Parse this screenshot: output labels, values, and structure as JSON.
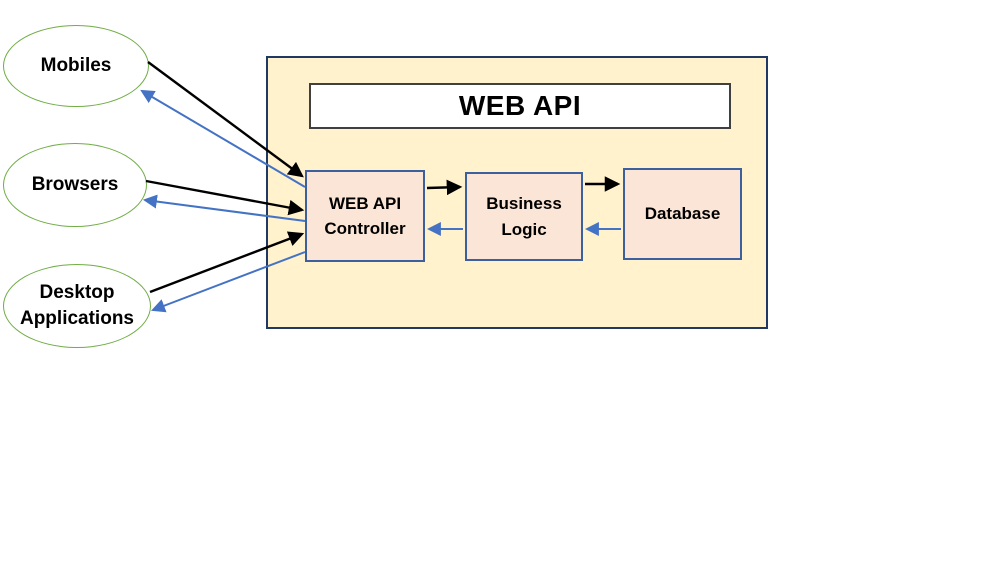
{
  "diagram": {
    "title": "WEB API",
    "clients": [
      {
        "id": "mobiles",
        "label": "Mobiles",
        "lines": [
          "Mobiles"
        ]
      },
      {
        "id": "browsers",
        "label": "Browsers",
        "lines": [
          "Browsers"
        ]
      },
      {
        "id": "desktop-applications",
        "label": "Desktop Applications",
        "lines": [
          "Desktop",
          "Applications"
        ]
      }
    ],
    "components": [
      {
        "id": "web-api-controller",
        "label": "WEB API Controller",
        "lines": [
          "WEB API",
          "Controller"
        ]
      },
      {
        "id": "business-logic",
        "label": "Business Logic",
        "lines": [
          "Business",
          "Logic"
        ]
      },
      {
        "id": "database",
        "label": "Database",
        "lines": [
          "Database"
        ]
      }
    ],
    "edges": [
      {
        "from": "mobiles",
        "to": "web-api-controller",
        "style": "request-black"
      },
      {
        "from": "web-api-controller",
        "to": "mobiles",
        "style": "response-blue"
      },
      {
        "from": "browsers",
        "to": "web-api-controller",
        "style": "request-black"
      },
      {
        "from": "web-api-controller",
        "to": "browsers",
        "style": "response-blue"
      },
      {
        "from": "desktop-applications",
        "to": "web-api-controller",
        "style": "request-black"
      },
      {
        "from": "web-api-controller",
        "to": "desktop-applications",
        "style": "response-blue"
      },
      {
        "from": "web-api-controller",
        "to": "business-logic",
        "style": "request-black"
      },
      {
        "from": "business-logic",
        "to": "web-api-controller",
        "style": "response-blue"
      },
      {
        "from": "business-logic",
        "to": "database",
        "style": "request-black"
      },
      {
        "from": "database",
        "to": "business-logic",
        "style": "response-blue"
      }
    ]
  },
  "colors": {
    "arrow-forward": "#000000",
    "arrow-return": "#4472C4",
    "container-fill": "#FFF2CC",
    "container-border": "#1F3864",
    "box-fill": "#FBE5D6",
    "box-border": "#3C5F9E",
    "ellipse-border": "#70AD47",
    "title-bar-fill": "#FFFFFF",
    "title-bar-border": "#404040",
    "text": "#000000"
  }
}
